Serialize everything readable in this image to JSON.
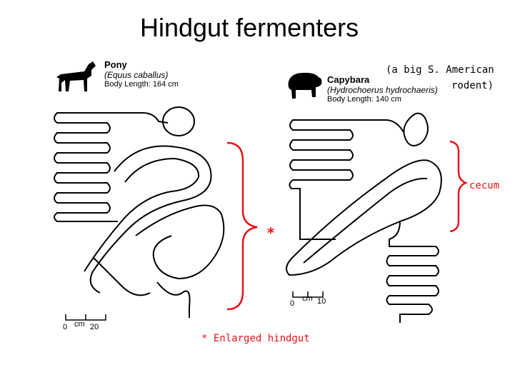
{
  "title": "Hindgut fermenters",
  "pony": {
    "name": "Pony",
    "scientific": "(Equus caballus)",
    "length": "Body Length: 164 cm",
    "scale_zero": "0",
    "scale_unit": "cm",
    "scale_max": "20"
  },
  "capybara": {
    "name": "Capybara",
    "scientific": "(Hydrochoerus hydrochaeris)",
    "length": "Body Length: 140 cm",
    "note_line1": "(a big S. American",
    "note_line2": "rodent)",
    "scale_zero": "0",
    "scale_unit": "cm",
    "scale_max": "10"
  },
  "annotations": {
    "cecum": "cecum",
    "asterisk": "*",
    "enlarged_hindgut": "* Enlarged hindgut"
  },
  "colors": {
    "annotation": "#e8141b",
    "ink": "#000000"
  }
}
